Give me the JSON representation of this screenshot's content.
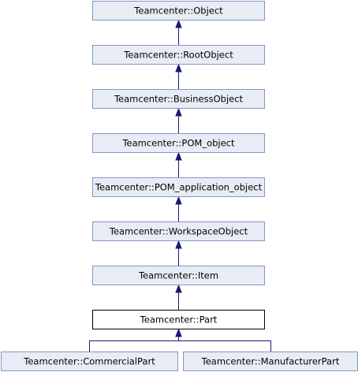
{
  "diagram": {
    "type": "inheritance-graph",
    "colors": {
      "node_fill": "#e8ecf5",
      "node_border": "#8496c6",
      "current_fill": "#ffffff",
      "current_border": "#000000",
      "edge": "#191970"
    },
    "nodes": [
      {
        "id": "object",
        "label": "Teamcenter::Object"
      },
      {
        "id": "rootobject",
        "label": "Teamcenter::RootObject"
      },
      {
        "id": "businessobject",
        "label": "Teamcenter::BusinessObject"
      },
      {
        "id": "pom-object",
        "label": "Teamcenter::POM_object"
      },
      {
        "id": "pom-application-object",
        "label": "Teamcenter::POM_application_object"
      },
      {
        "id": "workspaceobject",
        "label": "Teamcenter::WorkspaceObject"
      },
      {
        "id": "item",
        "label": "Teamcenter::Item"
      },
      {
        "id": "part",
        "label": "Teamcenter::Part",
        "current": true
      },
      {
        "id": "commercialpart",
        "label": "Teamcenter::CommercialPart"
      },
      {
        "id": "manufacturerpart",
        "label": "Teamcenter::ManufacturerPart"
      }
    ],
    "edges": [
      {
        "from": "rootobject",
        "to": "object"
      },
      {
        "from": "businessobject",
        "to": "rootobject"
      },
      {
        "from": "pom-object",
        "to": "businessobject"
      },
      {
        "from": "pom-application-object",
        "to": "pom-object"
      },
      {
        "from": "workspaceobject",
        "to": "pom-application-object"
      },
      {
        "from": "item",
        "to": "workspaceobject"
      },
      {
        "from": "part",
        "to": "item"
      },
      {
        "from": "commercialpart",
        "to": "part"
      },
      {
        "from": "manufacturerpart",
        "to": "part"
      }
    ]
  }
}
